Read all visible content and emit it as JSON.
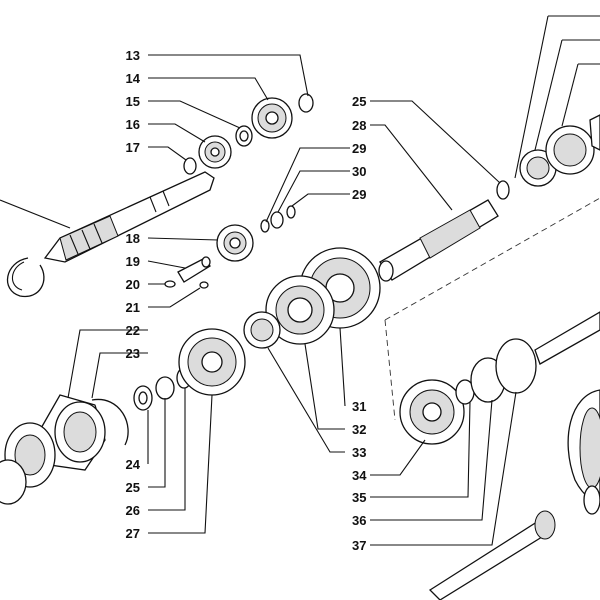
{
  "diagram": {
    "labels": [
      "13",
      "14",
      "15",
      "16",
      "17",
      "18",
      "19",
      "20",
      "21",
      "22",
      "23",
      "24",
      "25",
      "26",
      "27",
      "25",
      "28",
      "29",
      "30",
      "29",
      "31",
      "32",
      "33",
      "34",
      "35",
      "36",
      "37"
    ],
    "line_color": "#111111",
    "background": "#ffffff"
  }
}
